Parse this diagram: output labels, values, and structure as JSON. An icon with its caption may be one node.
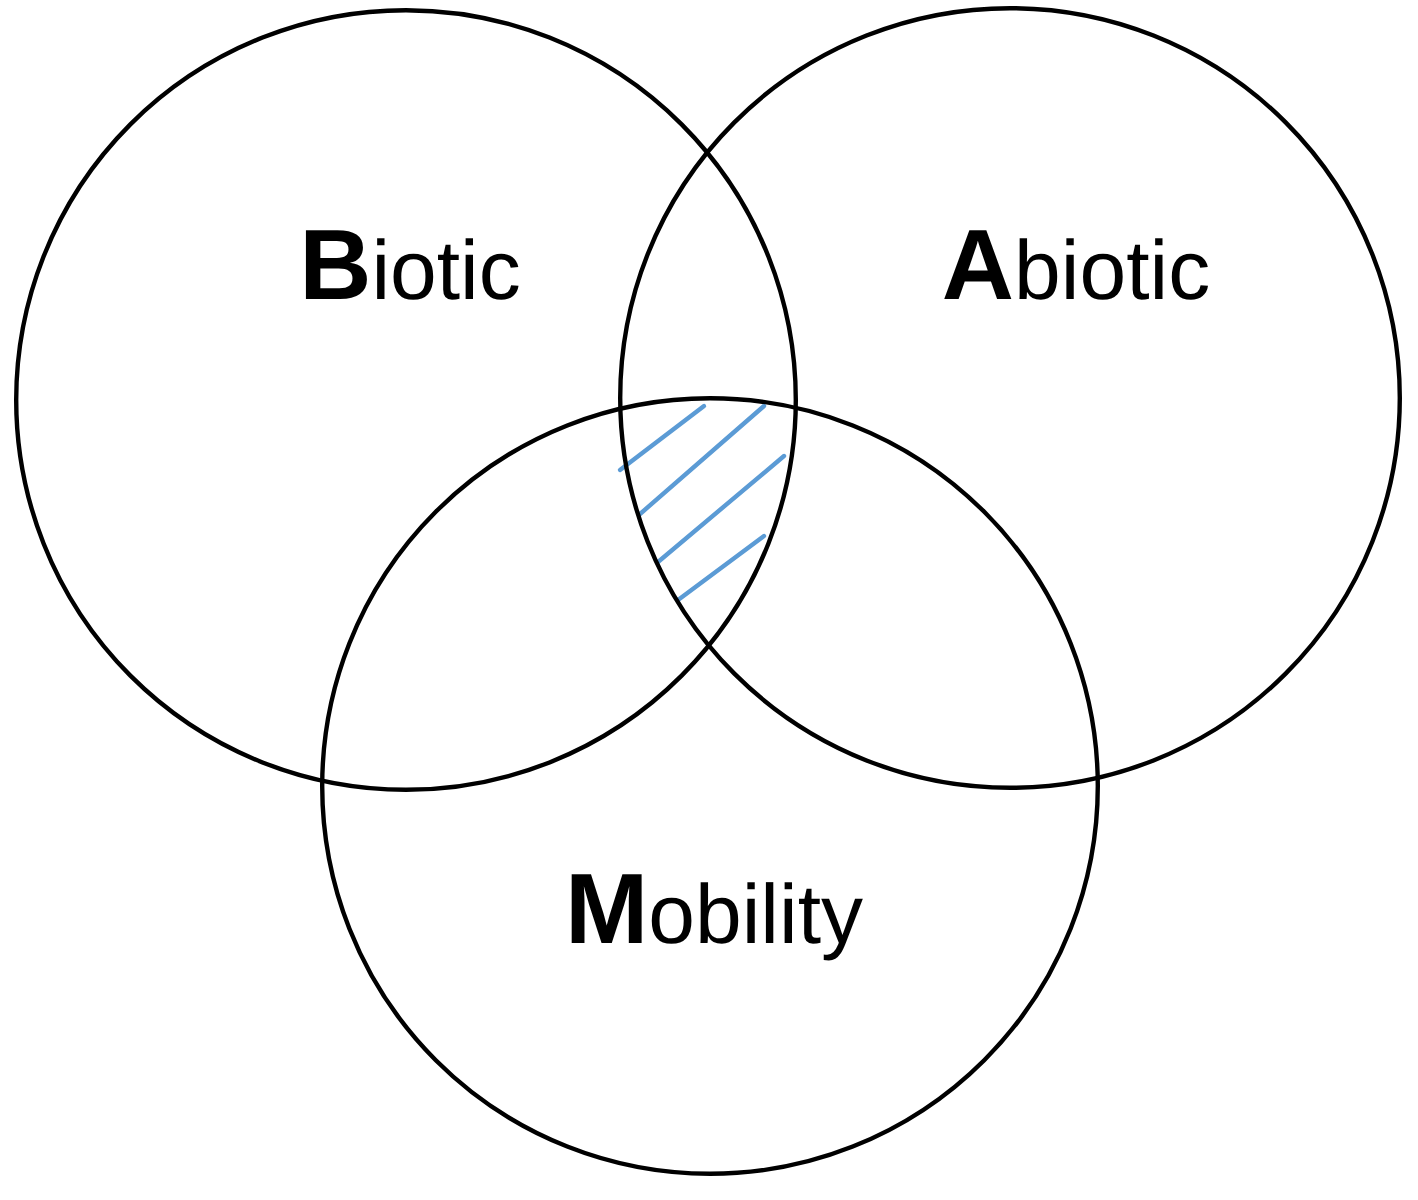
{
  "diagram": {
    "nodes": [
      {
        "text": [
          "**B**iotic"
        ]
      },
      {
        "text": [
          "**A**biotic"
        ]
      },
      {
        "text": [
          "**M**obility"
        ]
      }
    ]
  }
}
